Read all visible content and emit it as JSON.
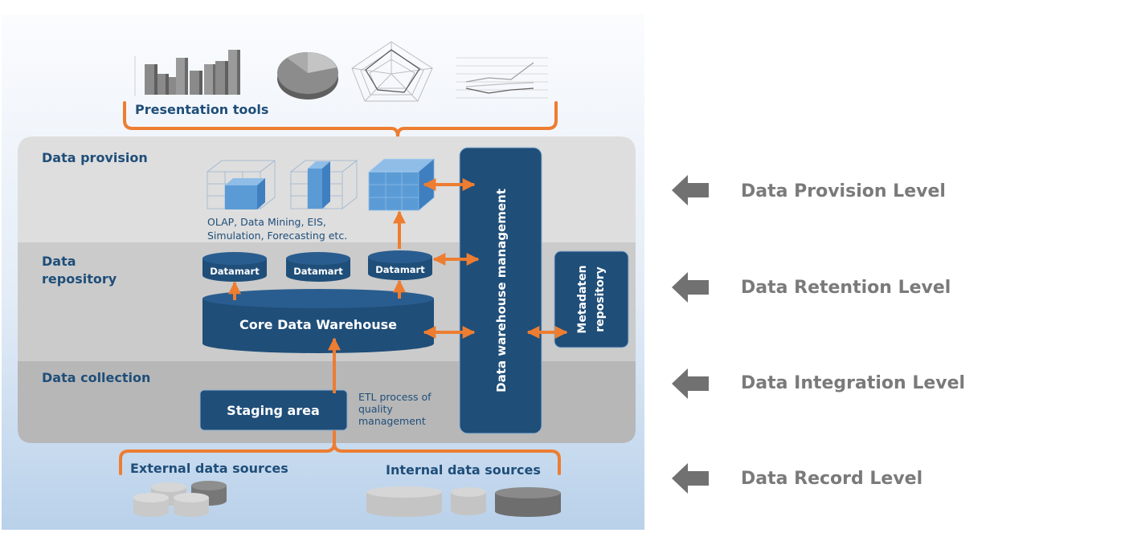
{
  "presentation": {
    "title": "Presentation tools"
  },
  "layers": {
    "provision": "Data provision",
    "repository_line1": "Data",
    "repository_line2": "repository",
    "collection": "Data collection"
  },
  "olap": {
    "line1": "OLAP, Data Mining, EIS,",
    "line2": "Simulation, Forecasting etc."
  },
  "datamarts": [
    "Datamart",
    "Datamart",
    "Datamart"
  ],
  "core": "Core Data Warehouse",
  "staging": "Staging area",
  "etl": {
    "line1": "ETL process of",
    "line2": "quality",
    "line3": "management"
  },
  "management": "Data warehouse management",
  "metadata": {
    "line1": "Metadaten",
    "line2": "repository"
  },
  "sources": {
    "external": "External data sources",
    "internal": "Internal data sources"
  },
  "levels": [
    "Data Provision Level",
    "Data Retention Level",
    "Data Integration Level",
    "Data Record Level"
  ],
  "colors": {
    "accent_orange": "#ed7d31",
    "dark_blue": "#1f4e79",
    "cube_blue": "#5b9bd5",
    "level_gray": "#7a7a7a"
  }
}
